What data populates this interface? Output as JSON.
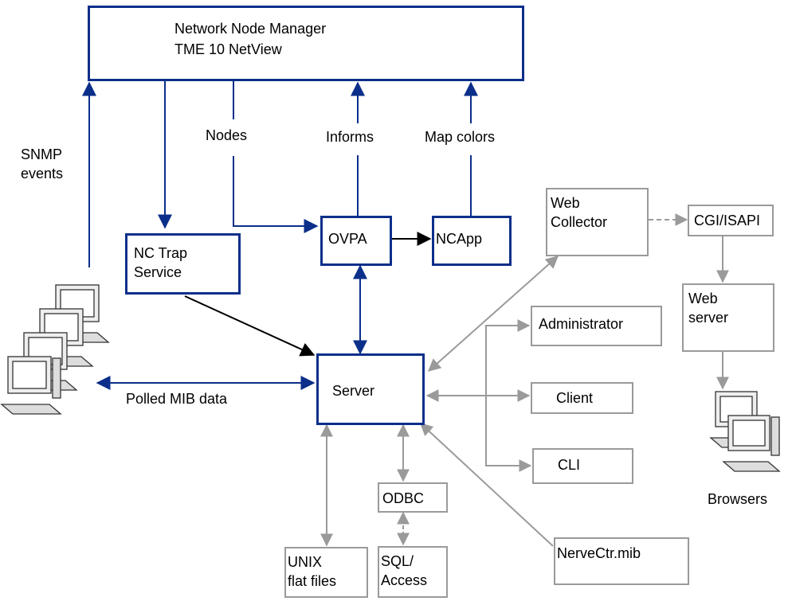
{
  "nnm": {
    "line1": "Network Node Manager",
    "line2": "TME 10 NetView"
  },
  "labels": {
    "snmp": "SNMP\nevents",
    "nodes": "Nodes",
    "informs": "Informs",
    "map_colors": "Map colors",
    "polled": "Polled MIB data",
    "browsers": "Browsers"
  },
  "boxes": {
    "nc_trap": "NC Trap\nService",
    "ovpa": "OVPA",
    "ncapp": "NCApp",
    "server": "Server",
    "web_collector": "Web\nCollector",
    "cgi": "CGI/ISAPI",
    "web_server": "Web\nserver",
    "administrator": "Administrator",
    "client": "Client",
    "cli": "CLI",
    "odbc": "ODBC",
    "unix": "UNIX\nflat files",
    "sql": "SQL/\nAccess",
    "nervectr": "NerveCtr.mib"
  },
  "colors": {
    "primary": "#0b2f8a",
    "secondary": "#9a9a9a"
  }
}
